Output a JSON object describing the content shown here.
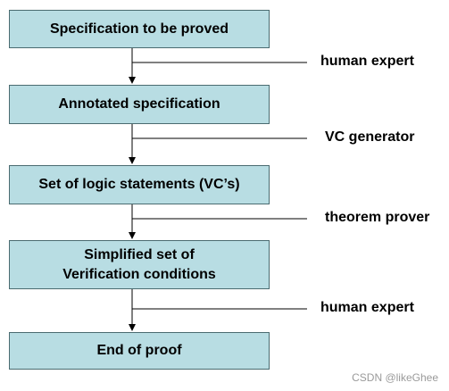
{
  "flow": {
    "steps": [
      {
        "label": "Specification to be proved"
      },
      {
        "label": "Annotated specification"
      },
      {
        "label": "Set of logic statements (VC’s)"
      },
      {
        "label_line1": "Simplified set of",
        "label_line2": "Verification conditions"
      },
      {
        "label": "End of proof"
      }
    ],
    "transitions": [
      {
        "label": "human expert"
      },
      {
        "label": "VC generator"
      },
      {
        "label": "theorem prover"
      },
      {
        "label": "human expert"
      }
    ]
  },
  "watermark": "CSDN @likeGhee",
  "colors": {
    "box_fill": "#b8dde3",
    "box_border": "#4a6b70",
    "line": "#000000"
  }
}
